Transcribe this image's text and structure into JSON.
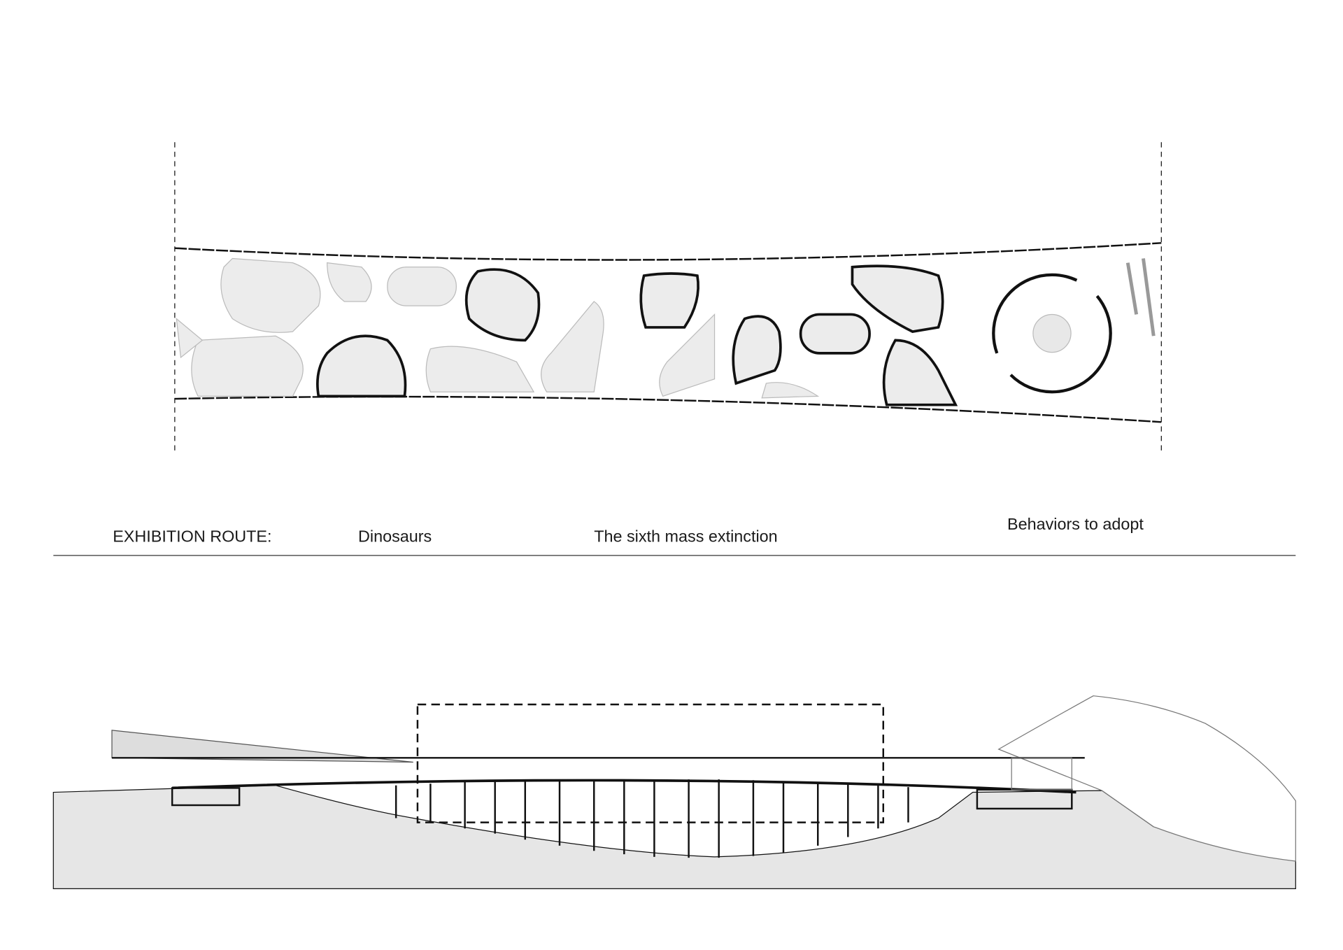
{
  "labels": {
    "route": "EXHIBITION ROUTE:",
    "dinosaurs": "Dinosaurs",
    "extinction": "The sixth mass extinction",
    "behaviors": "Behaviors to adopt"
  },
  "colors": {
    "ink": "#111111",
    "exhibit_fill": "#ececec",
    "ground": "#e6e6e6",
    "divider": "#777777"
  }
}
